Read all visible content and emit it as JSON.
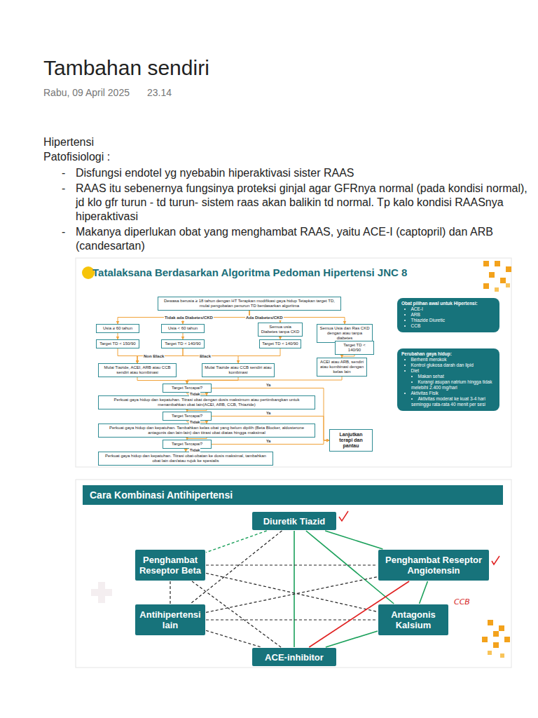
{
  "diagram": {
    "title": "Tambahan sendiri",
    "nodes": [
      {
        "text": [
          "Dewasa berusia ≥ 18 tahun dengan HT Terapkan modifikasi gaya hidup Tetapkan target TD, mulai pengobatan penurun TD berdasarkan algoritma"
        ]
      },
      {
        "text": [
          "Usia ≥ 60 tahun"
        ]
      },
      {
        "text": [
          "Usia < 60 tahun"
        ]
      },
      {
        "text": [
          "Semua usia Diabetes tanpa CKD"
        ]
      },
      {
        "text": [
          "Semua Usia dan Ras CKD dengan atau tanpa diabetes"
        ]
      },
      {
        "text": [
          "Target TD < 150/90"
        ]
      },
      {
        "text": [
          "Target TD < 140/90"
        ]
      },
      {
        "text": [
          "Target TD < 140/90"
        ]
      },
      {
        "text": [
          "Target TD < 140/90"
        ]
      },
      {
        "text": [
          "Mulai Tiazide, ACEI, ARB atau CCB sendiri atau kombinasi"
        ]
      },
      {
        "text": [
          "Mulai Tiazide atau CCB sendiri atau kombinasi"
        ]
      },
      {
        "text": [
          "ACEI atau ARB, sendiri atau kombinasi dengan kelas lain"
        ]
      },
      {
        "text": [
          "Target Tercapai?"
        ]
      },
      {
        "text": [
          "Perkuat gaya hidup dan kepatuhan. Titrasi obat dengan dosis maksimum atau pertimbangkan untuk menambahkan obat lain(ACEI, ARB, CCB, Thiazide)"
        ]
      },
      {
        "text": [
          "Target Tercapai?"
        ]
      },
      {
        "text": [
          "Perkuat gaya hidup dan kepatuhan. Tambahkan kelas obat yang belum dipilih (Beta Blocker, aldosterone antagonis dan lain-lain) dan titrasi obat diatas hingga maksimal"
        ]
      },
      {
        "text": [
          "Target Tercapai?"
        ]
      },
      {
        "text": [
          "Perkuat gaya hidup dan kepatuhan. Titrasi obat-obatan ke dosis maksimal, tambahkan obat lain dan/atau rujuk ke spesialis"
        ]
      },
      {
        "text": [
          "Lanjutkan terapi dan pantau"
        ]
      },
      {
        "text": [
          "Obat pilihan awal untuk Hipertensi:",
          "ACE-I",
          "ARB",
          "Thiazide Diuretic",
          "CCB"
        ]
      },
      {
        "text": [
          "Perubahan gaya hidup:",
          "Berhenti merokok",
          "Kontrol glukosa darah dan lipid",
          "Diet",
          "Makan sehat",
          "Kurangi asupan natrium hingga tidak melebihi 2.400 mg/hari",
          "Aktivitas Fisik",
          "Aktivitas moderat ke kuat 3-4 hari seminggu rata-rata 40 menit per sesi"
        ]
      },
      {
        "text": [
          "Cara Kombinasi Antihipertensi"
        ]
      },
      {
        "text": [
          "Diuretik Tiazid"
        ]
      },
      {
        "text": [
          "Penghambat Reseptor Beta"
        ]
      },
      {
        "text": [
          "Penghambat Reseptor Angiotensin"
        ]
      },
      {
        "text": [
          "Antihipertensi lain"
        ]
      },
      {
        "text": [
          "Antagonis Kalsium"
        ]
      },
      {
        "text": [
          "ACE-inhibitor"
        ]
      }
    ],
    "edges": [
      {
        "from": 0,
        "to": 1,
        "arrow": "to"
      },
      {
        "from": 0,
        "to": 2,
        "arrow": "to"
      },
      {
        "from": 0,
        "to": 3,
        "arrow": "to"
      },
      {
        "from": 0,
        "to": 4,
        "arrow": "to"
      },
      {
        "from": 1,
        "to": 5,
        "arrow": "to"
      },
      {
        "from": 2,
        "to": 6,
        "arrow": "to"
      },
      {
        "from": 3,
        "to": 7,
        "arrow": "to"
      },
      {
        "from": 4,
        "to": 8,
        "arrow": "to"
      },
      {
        "from": 5,
        "to": 9,
        "arrow": "to"
      },
      {
        "from": 6,
        "to": 9,
        "arrow": "to"
      },
      {
        "from": 6,
        "to": 10,
        "arrow": "to"
      },
      {
        "from": 7,
        "to": 9,
        "arrow": "to"
      },
      {
        "from": 8,
        "to": 11,
        "arrow": "to"
      },
      {
        "from": 9,
        "to": 12,
        "arrow": "to"
      },
      {
        "from": 10,
        "to": 12,
        "arrow": "to"
      },
      {
        "from": 11,
        "to": 12,
        "arrow": "to"
      },
      {
        "from": 12,
        "to": 13,
        "label": "Tidak",
        "arrow": "to"
      },
      {
        "from": 12,
        "to": 18,
        "label": "Ya",
        "arrow": "to"
      },
      {
        "from": 13,
        "to": 14,
        "arrow": "to"
      },
      {
        "from": 14,
        "to": 15,
        "label": "Tidak",
        "arrow": "to"
      },
      {
        "from": 14,
        "to": 18,
        "label": "Ya",
        "arrow": "to"
      },
      {
        "from": 15,
        "to": 16,
        "arrow": "to"
      },
      {
        "from": 16,
        "to": 17,
        "label": "Tidak",
        "arrow": "to"
      },
      {
        "from": 16,
        "to": 18,
        "label": "Ya",
        "arrow": "to"
      },
      {
        "from": 22,
        "to": 23,
        "arrow": "none"
      },
      {
        "from": 22,
        "to": 24,
        "arrow": "none"
      },
      {
        "from": 22,
        "to": 26,
        "arrow": "none"
      },
      {
        "from": 22,
        "to": 25,
        "arrow": "none"
      },
      {
        "from": 22,
        "to": 27,
        "arrow": "none"
      },
      {
        "from": 23,
        "to": 24,
        "arrow": "none"
      },
      {
        "from": 23,
        "to": 25,
        "arrow": "none"
      },
      {
        "from": 23,
        "to": 26,
        "arrow": "none"
      },
      {
        "from": 23,
        "to": 27,
        "arrow": "none"
      },
      {
        "from": 25,
        "to": 24,
        "arrow": "none"
      },
      {
        "from": 25,
        "to": 26,
        "arrow": "none"
      },
      {
        "from": 25,
        "to": 27,
        "arrow": "none"
      },
      {
        "from": 24,
        "to": 26,
        "arrow": "none"
      },
      {
        "from": 24,
        "to": 27,
        "arrow": "none"
      },
      {
        "from": 26,
        "to": 27,
        "arrow": "none"
      }
    ],
    "labels": [
      "Rabu, 09 April 2025",
      "23.14",
      "Hipertensi",
      "Patofisiologi :",
      "-",
      "Disfungsi endotel yg nyebabin hiperaktivasi sister RAAS",
      "-",
      "RAAS itu sebenernya fungsinya proteksi ginjal agar GFRnya normal (pada kondisi normal), jd klo gfr turun - td turun- sistem raas akan balikin td normal. Tp kalo kondisi RAASnya hiperaktivasi",
      "-",
      "Makanya diperlukan obat yang menghambat RAAS, yaitu ACE-I (captopril) dan ARB (candesartan)",
      "Tatalaksana Berdasarkan Algoritma Pedoman Hipertensi JNC 8",
      "Tidak ada Diabetes/CKD",
      "Ada Diabetes/CKD",
      "Non Black",
      "Black",
      "CCB"
    ]
  }
}
